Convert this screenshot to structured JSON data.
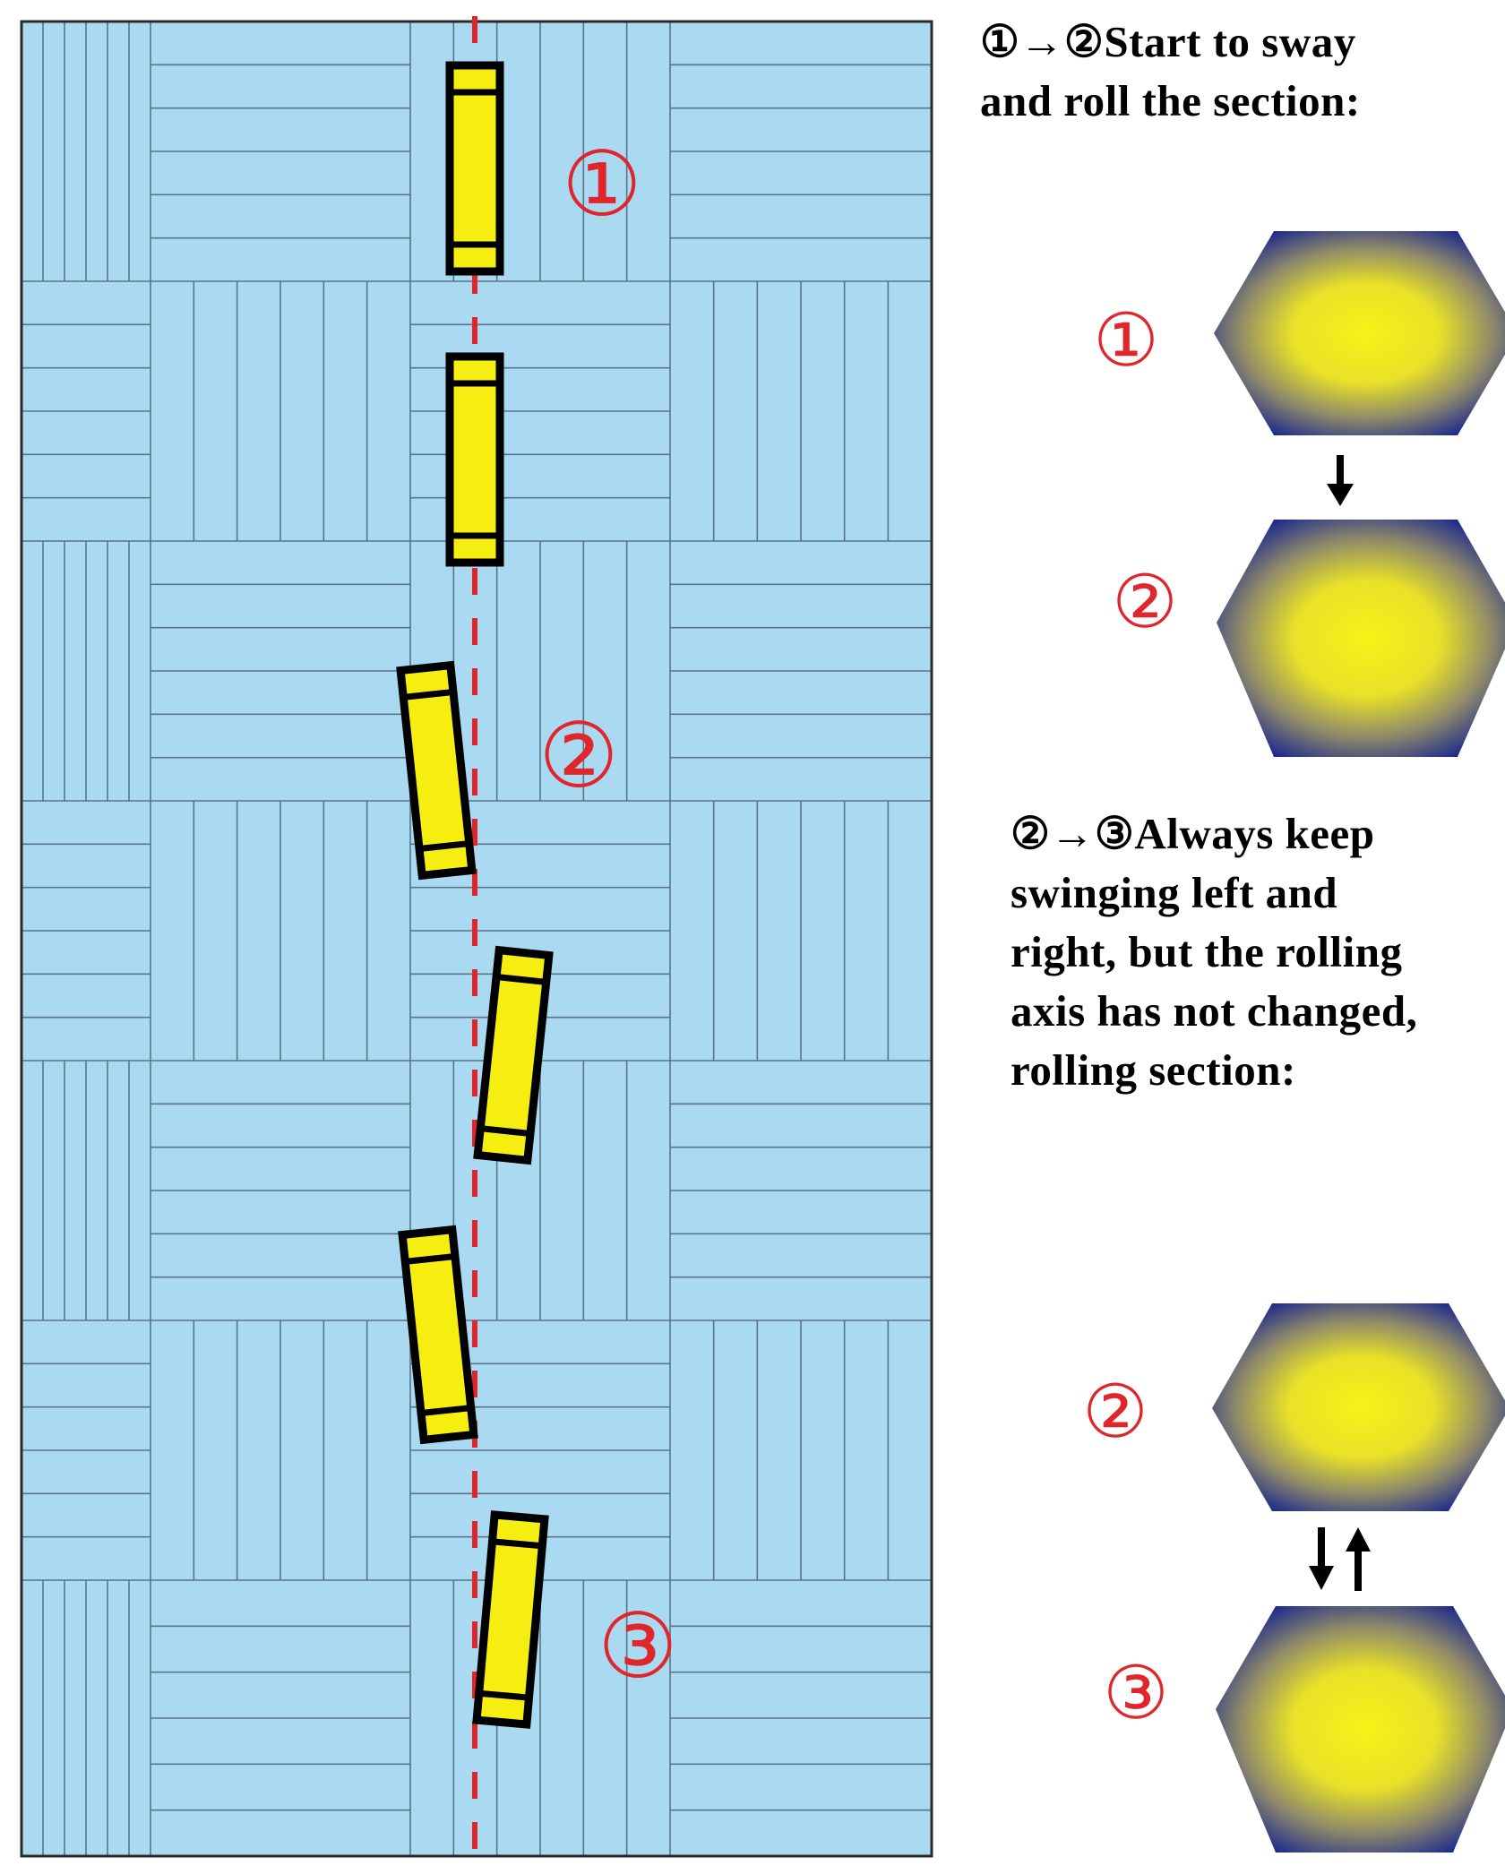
{
  "colors": {
    "floor": "#a9daf2",
    "floor_lines": "#5a7484",
    "axis": "#e0262a",
    "roller_fill": "#f5ee10",
    "roller_border": "#000000",
    "marker": "#e0262a",
    "hex_center": "#f8f218",
    "hex_edge": "#1d2a8c"
  },
  "floor_markers": [
    {
      "label": "①"
    },
    {
      "label": "②"
    },
    {
      "label": "③"
    }
  ],
  "description_1": {
    "lines": [
      "①→②Start to sway",
      "and roll the section:"
    ]
  },
  "description_2": {
    "lines": [
      "②→③Always keep",
      "swinging left and",
      "right, but the rolling",
      "axis has not changed,",
      "rolling section:"
    ]
  },
  "section_labels": {
    "top_pair": [
      "①",
      "②"
    ],
    "bottom_pair": [
      "②",
      "③"
    ]
  },
  "icons": {
    "arrow_single": "arrow-down-icon",
    "arrow_pair": "arrow-down-up-icon",
    "section": "hexagon-section-icon"
  }
}
